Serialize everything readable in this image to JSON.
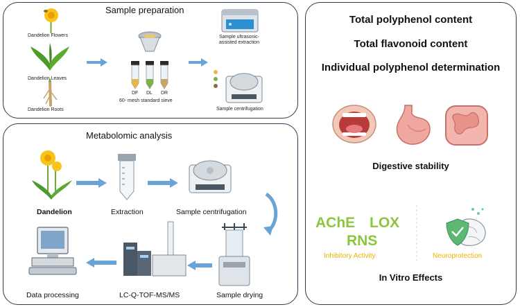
{
  "sample_prep": {
    "title": "Sample preparation",
    "flowers": "Dandelion Flowers",
    "leaves": "Dandelion Leaves",
    "roots": "Dandelion Roots",
    "sieve": "60- mesh standard sieve",
    "tube_labels": [
      "DF",
      "DL",
      "DR"
    ],
    "ultrasonic": "Sample ultrasonic-assisted extraction",
    "centrifugation": "Sample centrifugation"
  },
  "metabolomic": {
    "title": "Metabolomic analysis",
    "dandelion": "Dandelion",
    "extraction": "Extraction",
    "centrifugation": "Sample centrifugation",
    "drying": "Sample drying",
    "lcms": "LC-Q-TOF-MS/MS",
    "processing": "Data processing"
  },
  "right_panel": {
    "total_polyphenol": "Total polyphenol content",
    "total_flavonoid": "Total flavonoid content",
    "individual": "Individual polyphenol determination",
    "digestive": "Digestive stability",
    "ache": "AChE",
    "lox": "LOX",
    "rns": "RNS",
    "inhibitory": "Inhibitory Activity",
    "neuroprotection": "Neuroprotection",
    "in_vitro": "In Vitro Effects"
  },
  "colors": {
    "border": "#2b3a55",
    "arrow": "#6aa3d5",
    "green_text": "#8cc63f",
    "yellow_text": "#e8b400"
  }
}
